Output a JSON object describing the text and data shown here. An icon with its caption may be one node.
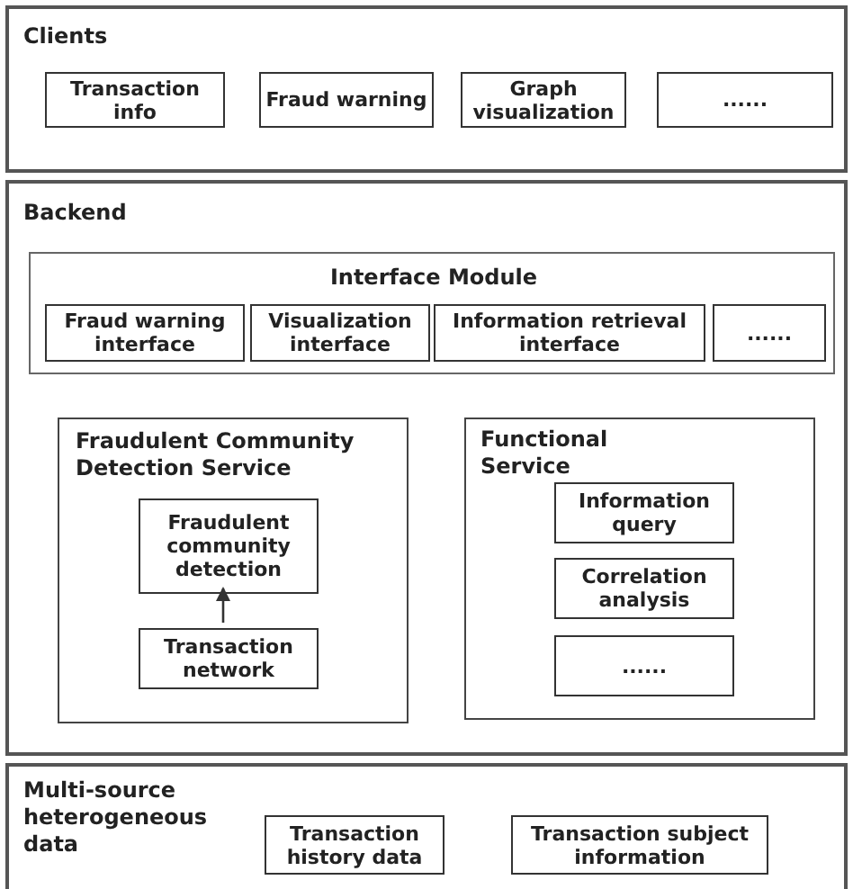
{
  "diagram": {
    "nodes": [
      {
        "text": [
          "Clients"
        ]
      },
      {
        "text": [
          "Transaction info"
        ],
        "in": 0
      },
      {
        "text": [
          "Fraud warning"
        ],
        "in": 0
      },
      {
        "text": [
          "Graph visualization"
        ],
        "in": 0
      },
      {
        "text": [
          "......"
        ],
        "in": 0
      },
      {
        "text": [
          "Backend"
        ]
      },
      {
        "text": [
          "Interface Module"
        ],
        "in": 5
      },
      {
        "text": [
          "Fraud warning interface"
        ],
        "in": 6
      },
      {
        "text": [
          "Visualization interface"
        ],
        "in": 6
      },
      {
        "text": [
          "Information retrieval interface"
        ],
        "in": 6
      },
      {
        "text": [
          "......"
        ],
        "in": 6
      },
      {
        "text": [
          "Fraudulent Community Detection Service"
        ],
        "in": 5
      },
      {
        "text": [
          "Fraudulent community detection"
        ],
        "in": 11
      },
      {
        "text": [
          "Transaction network"
        ],
        "in": 11
      },
      {
        "text": [
          "Functional Service"
        ],
        "in": 5
      },
      {
        "text": [
          "Information query"
        ],
        "in": 14
      },
      {
        "text": [
          "Correlation analysis"
        ],
        "in": 14
      },
      {
        "text": [
          "......"
        ],
        "in": 14
      },
      {
        "text": [
          "Multi-source heterogeneous data"
        ]
      },
      {
        "text": [
          "Transaction history data"
        ],
        "in": 18
      },
      {
        "text": [
          "Transaction subject information"
        ],
        "in": 18
      }
    ],
    "edges": [
      {
        "from": 13,
        "to": 12,
        "arrow": "to"
      }
    ]
  }
}
